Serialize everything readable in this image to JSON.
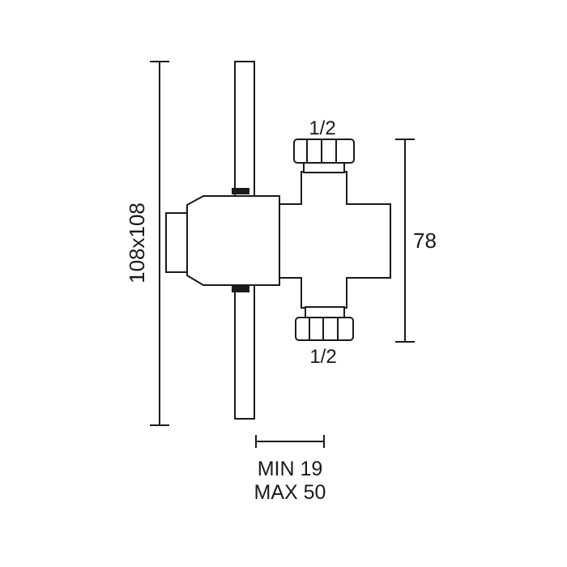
{
  "diagram": {
    "height_dimension": "108x108",
    "body_dimension": "78",
    "top_connection": "1/2",
    "bottom_connection": "1/2",
    "wall_thickness_min": "MIN 19",
    "wall_thickness_max": "MAX 50"
  },
  "colors": {
    "line": "#1a1a1a",
    "background": "#ffffff"
  }
}
